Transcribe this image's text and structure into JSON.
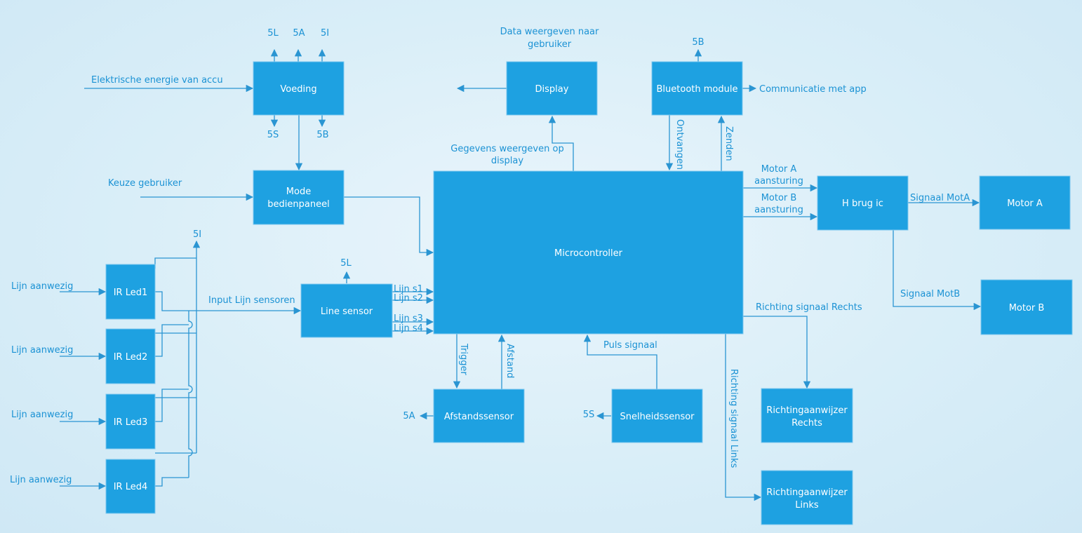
{
  "blocks": {
    "voeding": "Voeding",
    "display": "Display",
    "bluetooth": "Bluetooth module",
    "mode_line1": "Mode",
    "mode_line2": "bedienpaneel",
    "microcontroller": "Microcontroller",
    "hbrug": "H brug ic",
    "motor_a": "Motor A",
    "motor_b": "Motor B",
    "line_sensor": "Line sensor",
    "ir1": "IR Led1",
    "ir2": "IR Led2",
    "ir3": "IR Led3",
    "ir4": "IR Led4",
    "afstandssensor": "Afstandssensor",
    "snelheidssensor": "Snelheidssensor",
    "ri_rechts_line1": "Richtingaanwijzer",
    "ri_rechts_line2": "Rechts",
    "ri_links_line1": "Richtingaanwijzer",
    "ri_links_line2": "Links"
  },
  "labels": {
    "v5l": "5L",
    "v5a": "5A",
    "v5i": "5I",
    "v5s": "5S",
    "v5b": "5B",
    "energie": "Elektrische energie van accu",
    "data_line1": "Data weergeven naar",
    "data_line2": "gebruiker",
    "bt5b": "5B",
    "comm": "Communicatie met app",
    "ontvangen": "Ontvangen",
    "zenden": "Zenden",
    "gegevens_line1": "Gegevens weergeven op",
    "gegevens_line2": "display",
    "keuze": "Keuze gebruiker",
    "motor_a_line1": "Motor A",
    "motor_a_line2": "aansturing",
    "motor_b_line1": "Motor B",
    "motor_b_line2": "aansturing",
    "signaal_mota": "Signaal MotA",
    "signaal_motb": "Signaal MotB",
    "ir5i": "5I",
    "ls5l": "5L",
    "input_lijn": "Input Lijn sensoren",
    "lijn_s1": "Lijn s1",
    "lijn_s2": "Lijn s2",
    "lijn_s3": "Lijn s3",
    "lijn_s4": "Lijn s4",
    "lijn1": "Lijn aanwezig",
    "lijn2": "Lijn aanwezig",
    "lijn3": "Lijn aanwezig",
    "lijn4": "Lijn aanwezig",
    "trigger": "Trigger",
    "afstand": "Afstand",
    "puls": "Puls signaal",
    "richting_rechts": "Richting signaal Rechts",
    "richting_links": "Richting signaal Links",
    "afs5a": "5A",
    "sn5s": "5S"
  },
  "colors": {
    "block_fill": "#1ea1e1",
    "line": "#2a95d2",
    "label_text": "#1b92d4",
    "background": "#dff0f9"
  }
}
